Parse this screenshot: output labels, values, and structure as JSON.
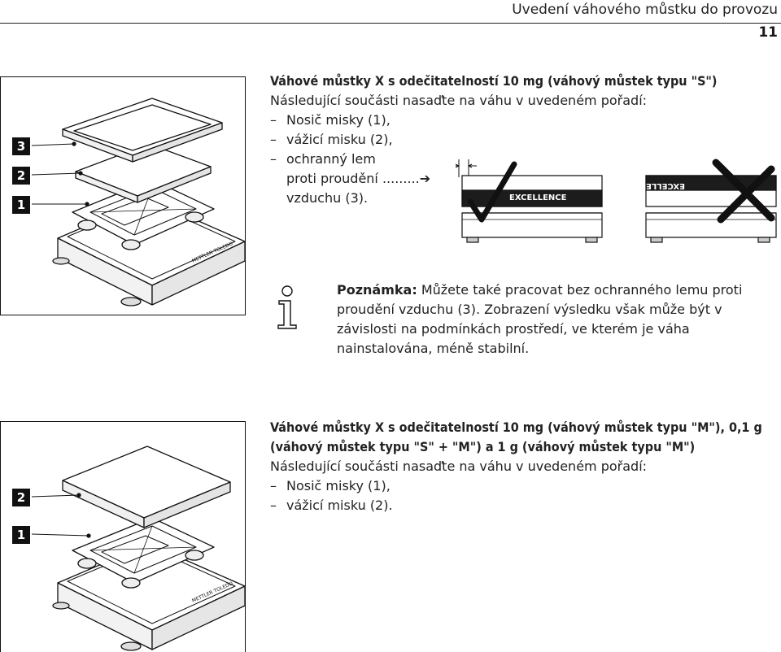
{
  "header": {
    "title": "Uvedení váhového můstku do provozu",
    "page_number": "11"
  },
  "section_s": {
    "title": "Váhové můstky X s odečitatelností 10 mg (váhový můstek typu \"S\")",
    "intro": "Následující součásti nasaďte na váhu v uvedeném pořadí:",
    "items": [
      {
        "dash": "–",
        "text": "Nosič misky (1),"
      },
      {
        "dash": "–",
        "text": "vážicí misku (2),"
      },
      {
        "dash": "–",
        "text": "ochranný lem"
      },
      {
        "dash": "",
        "text": "proti proudění .........➔"
      },
      {
        "dash": "",
        "text": "vzduchu (3)."
      }
    ],
    "figure_labels": [
      "3",
      "2",
      "1"
    ],
    "scale_brand": "METTLER TOLEDO",
    "correct_label": "EXCELLENCE",
    "wrong_label": "EXCELLENCE"
  },
  "note": {
    "label": "Poznámka:",
    "text": " Můžete také pracovat bez ochranného lemu proti proudění vzduchu (3). Zobrazení výsledku však může být v závislosti na podmínkách prostředí, ve kterém je váha nainstalována, méně stabilní.",
    "icon": "info-icon"
  },
  "section_m": {
    "title": "Váhové můstky X s odečitatelností 10 mg (váhový můstek typu \"M\"), 0,1 g (váhový můstek typu \"S\" + \"M\") a 1 g (váhový můstek typu \"M\")",
    "intro": "Následující součásti nasaďte na váhu v uvedeném pořadí:",
    "items": [
      {
        "dash": "–",
        "text": "Nosič misky (1),"
      },
      {
        "dash": "–",
        "text": "vážicí misku (2)."
      }
    ],
    "figure_labels": [
      "2",
      "1"
    ],
    "scale_brand": "METTLER TOLEDO"
  }
}
